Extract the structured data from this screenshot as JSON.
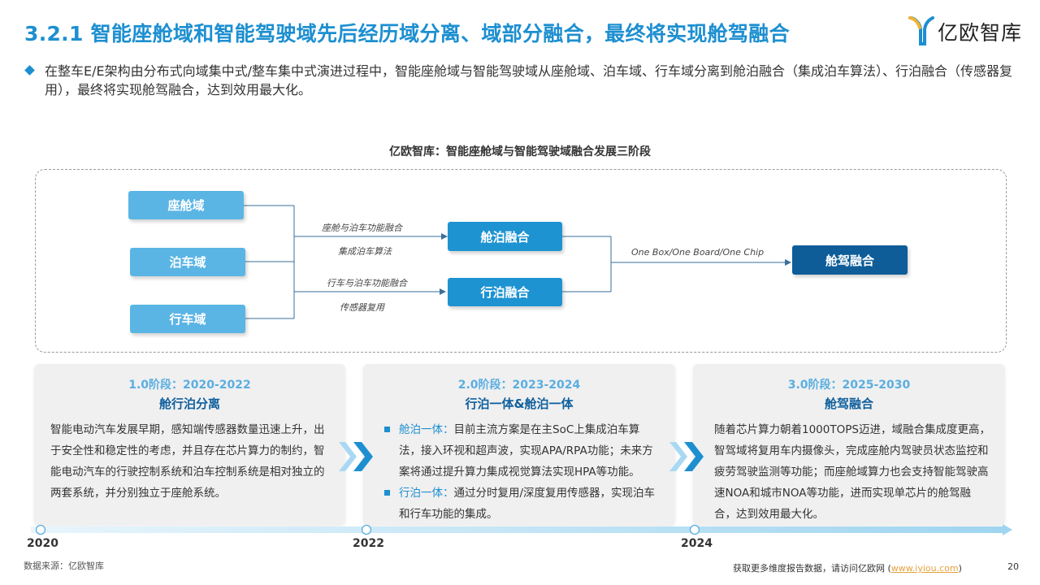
{
  "title": "3.2.1 智能座舱域和智能驾驶域先后经历域分离、域部分融合，最终将实现舱驾融合",
  "logo": {
    "text": "亿欧智库",
    "icon": "yiou-logo-icon"
  },
  "intro": "在整车E/E架构由分布式向域集中式/整车集中式演进过程中，智能座舱域与智能驾驶域从座舱域、泊车域、行车域分离到舱泊融合（集成泊车算法）、行泊融合（传感器复用），最终将实现舱驾融合，达到效用最大化。",
  "diagram": {
    "title": "亿欧智库：智能座舱域与智能驾驶域融合发展三阶段",
    "nodes": {
      "cockpit": "座舱域",
      "parking": "泊车域",
      "driving": "行车域",
      "cockpit_parking": "舱泊融合",
      "driving_parking": "行泊融合",
      "cockpit_driving": "舱驾融合"
    },
    "edge_labels": {
      "cp_top": "座舱与泊车功能融合",
      "cp_bottom": "集成泊车算法",
      "dp_top": "行车与泊车功能融合",
      "dp_bottom": "传感器复用",
      "final": "One Box/One Board/One Chip"
    }
  },
  "stages": [
    {
      "phase": "1.0阶段：2020-2022",
      "name": "舱行泊分离",
      "text": "智能电动汽车发展早期，感知端传感器数量迅速上升，出于安全性和稳定性的考虑，并且存在芯片算力的制约，智能电动汽车的行驶控制系统和泊车控制系统是相对独立的两套系统，并分别独立于座舱系统。"
    },
    {
      "phase": "2.0阶段：2023-2024",
      "name": "行泊一体&舱泊一体",
      "items": [
        {
          "label": "舱泊一体：",
          "text": "目前主流方案是在主SoC上集成泊车算法，接入环视和超声波，实现APA/RPA功能；未来方案将通过提升算力集成视觉算法实现HPA等功能。"
        },
        {
          "label": "行泊一体：",
          "text": "通过分时复用/深度复用传感器，实现泊车和行车功能的集成。"
        }
      ]
    },
    {
      "phase": "3.0阶段：2025-2030",
      "name": "舱驾融合",
      "text": "随着芯片算力朝着1000TOPS迈进，域融合集成度更高，智驾域将复用车内摄像头，完成座舱内驾驶员状态监控和疲劳驾驶监测等功能；而座舱域算力也会支持智能驾驶高速NOA和城市NOA等功能，进而实现单芯片的舱驾融合，达到效用最大化。"
    }
  ],
  "timeline": {
    "years": [
      "2020",
      "2022",
      "2024"
    ]
  },
  "footer": {
    "source": "数据来源：亿欧智库",
    "note_prefix": "获取更多维度报告数据，请访问亿欧网 (",
    "link": "www.iyiou.com",
    "note_suffix": ")",
    "page": "20"
  },
  "colors": {
    "accent": "#1d8fd0",
    "node_light": "#5bb5e4",
    "node_mid": "#1e93d2",
    "node_dark": "#0e5d99",
    "stage_name": "#0f5f9d"
  }
}
